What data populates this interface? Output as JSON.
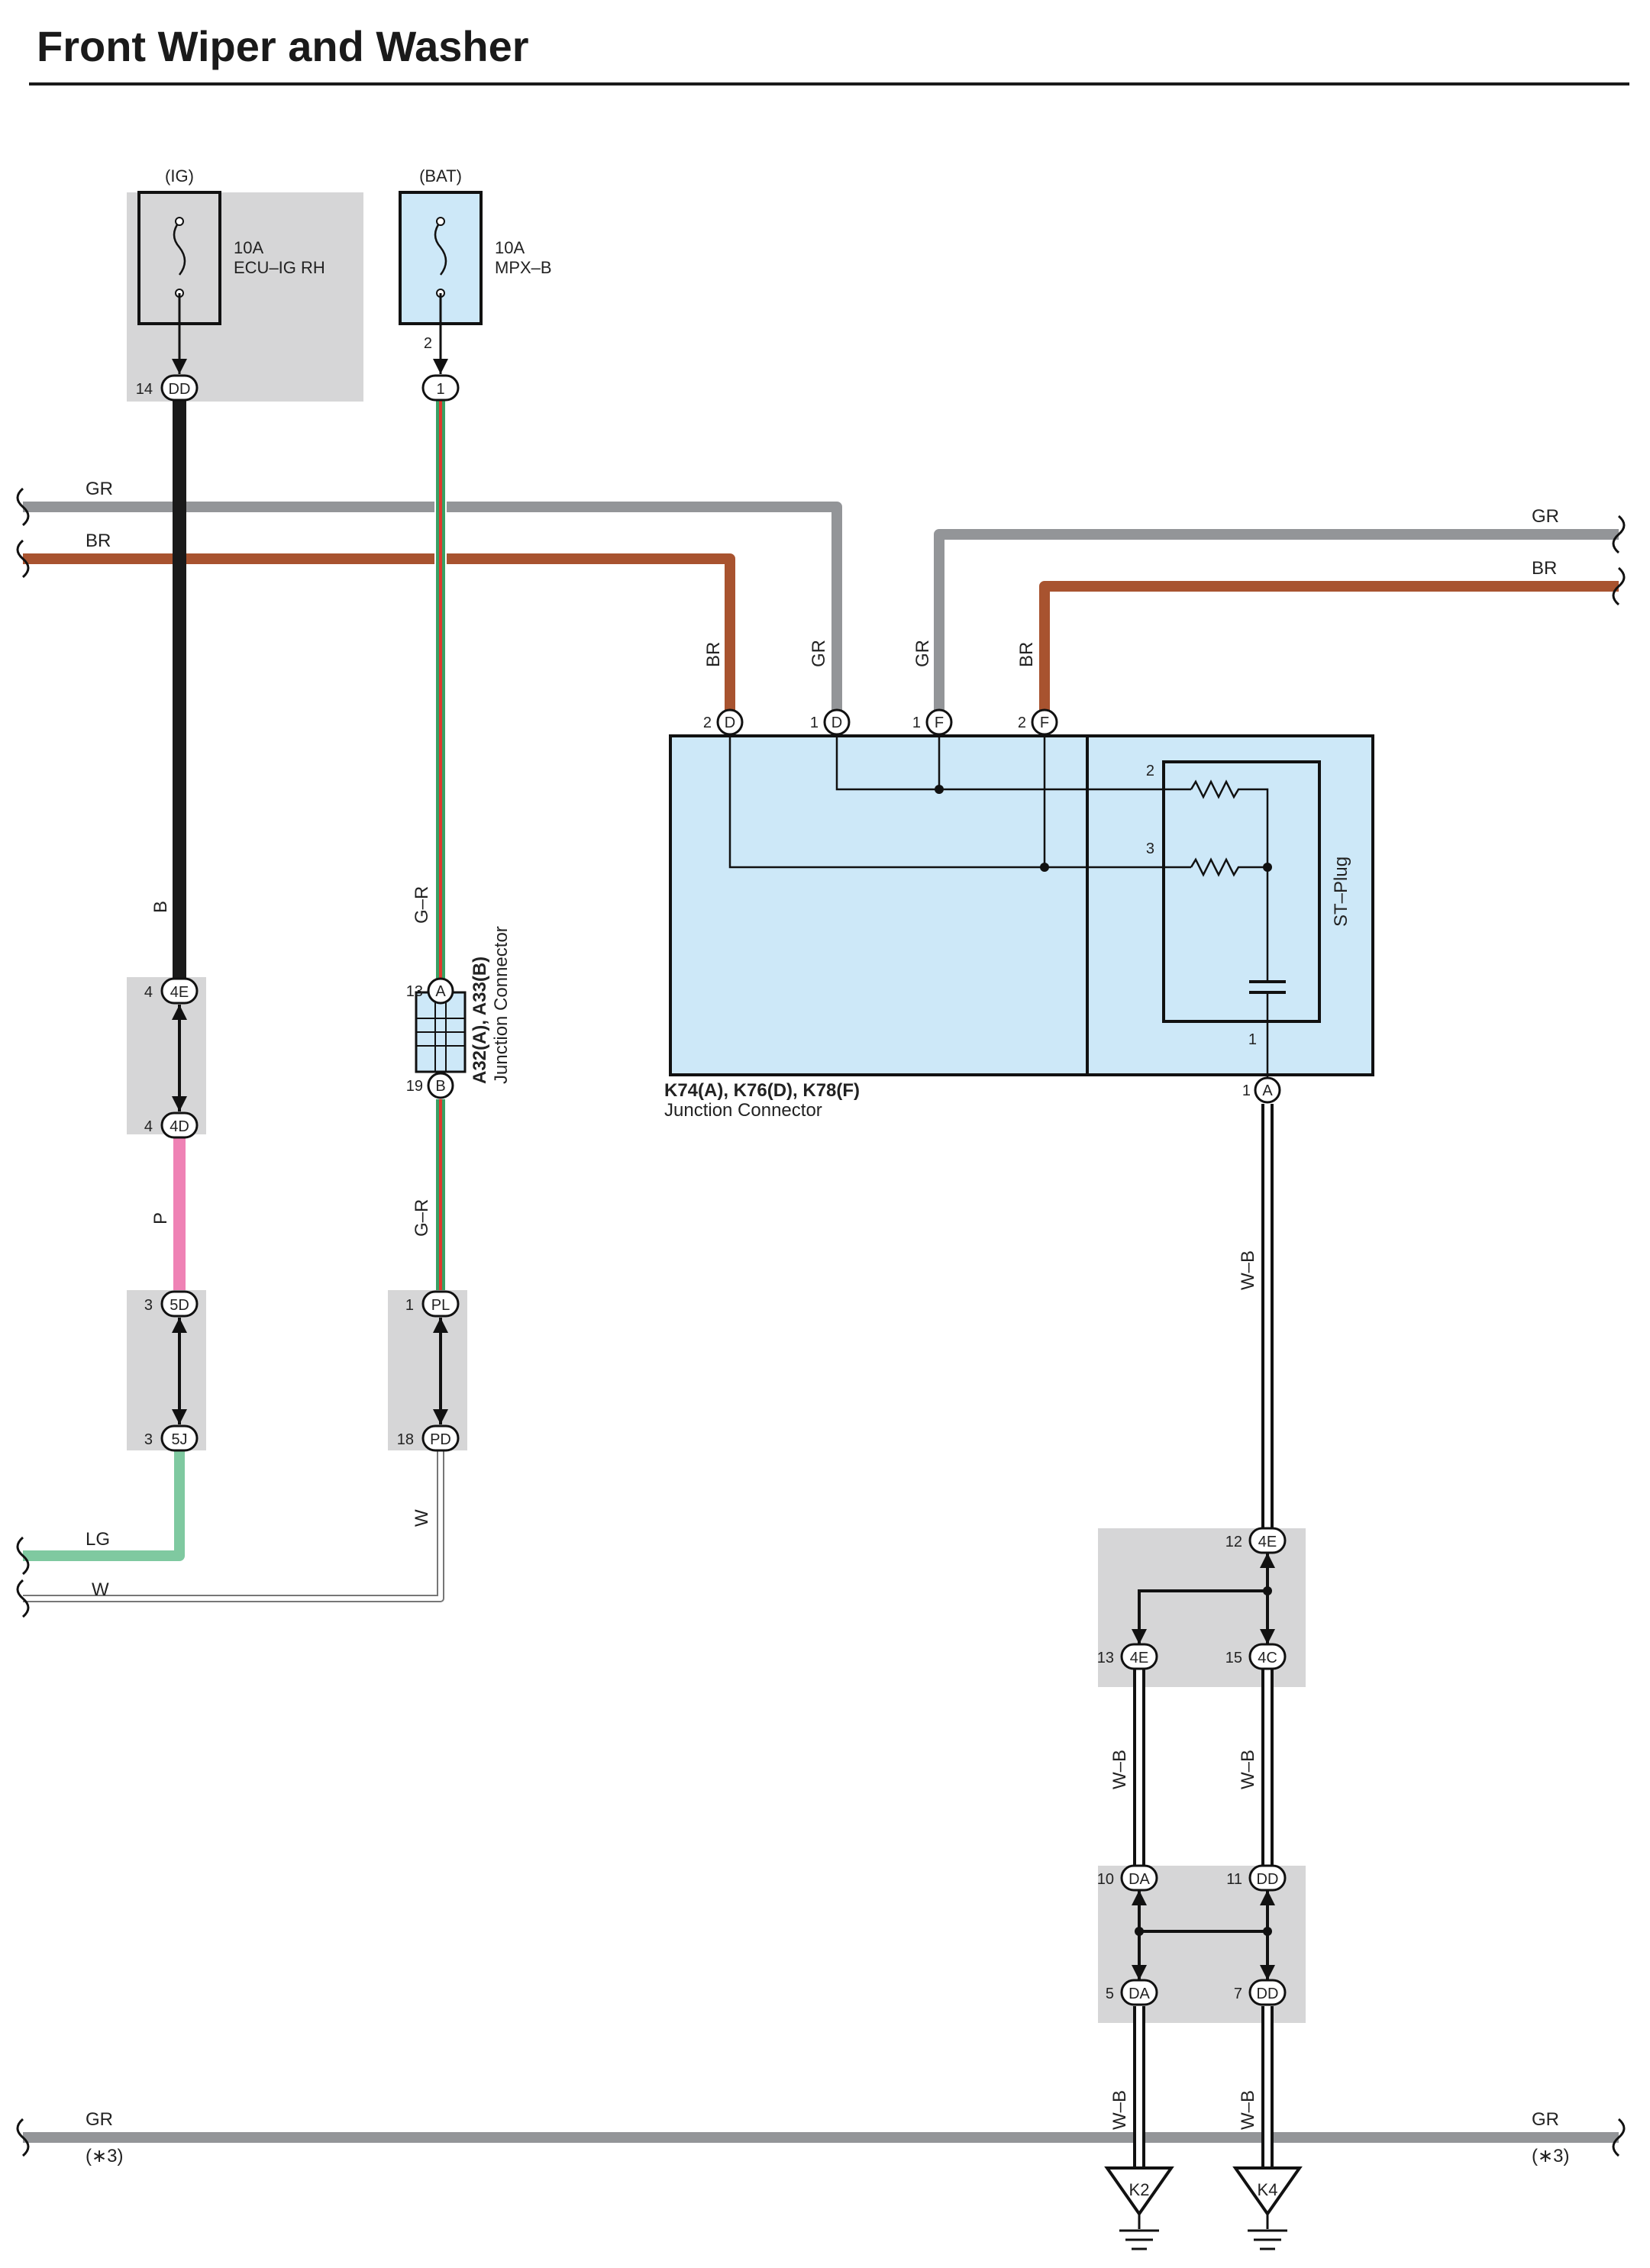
{
  "title": "Front Wiper and Washer",
  "fuses": {
    "ig": {
      "source": "(IG)",
      "rating": "10A",
      "name": "ECU–IG RH"
    },
    "bat": {
      "source": "(BAT)",
      "rating": "10A",
      "name": "MPX–B"
    }
  },
  "connectors": {
    "dd14": {
      "pin": "14",
      "id": "DD"
    },
    "bat_term": {
      "pin": "2",
      "id": "1"
    },
    "c4e_top": {
      "pin": "4",
      "id": "4E"
    },
    "c4d": {
      "pin": "4",
      "id": "4D"
    },
    "c5d": {
      "pin": "3",
      "id": "5D"
    },
    "c5j": {
      "pin": "3",
      "id": "5J"
    },
    "a13": {
      "pin": "13",
      "id": "A"
    },
    "b19": {
      "pin": "19",
      "id": "B"
    },
    "pl1": {
      "pin": "1",
      "id": "PL"
    },
    "pd18": {
      "pin": "18",
      "id": "PD"
    },
    "d2": {
      "pin": "2",
      "id": "D"
    },
    "d1": {
      "pin": "1",
      "id": "D"
    },
    "f1": {
      "pin": "1",
      "id": "F"
    },
    "f2": {
      "pin": "2",
      "id": "F"
    },
    "a1": {
      "pin": "1",
      "id": "A"
    },
    "c4e12": {
      "pin": "12",
      "id": "4E"
    },
    "c4e13": {
      "pin": "13",
      "id": "4E"
    },
    "c4c15": {
      "pin": "15",
      "id": "4C"
    },
    "da10": {
      "pin": "10",
      "id": "DA"
    },
    "dd11": {
      "pin": "11",
      "id": "DD"
    },
    "da5": {
      "pin": "5",
      "id": "DA"
    },
    "dd7": {
      "pin": "7",
      "id": "DD"
    }
  },
  "junction_a": {
    "name": "A32(A), A33(B)",
    "desc": "Junction Connector"
  },
  "junction_k": {
    "name": "K74(A), K76(D), K78(F)",
    "desc": "Junction Connector"
  },
  "st_plug": {
    "label": "ST–Plug",
    "pin2": "2",
    "pin3": "3",
    "pin1": "1"
  },
  "wires": {
    "gr": "GR",
    "br": "BR",
    "b": "B",
    "p": "P",
    "lg": "LG",
    "w": "W",
    "gr_r": "G–R",
    "w_b": "W–B",
    "note3": "(∗3)"
  },
  "grounds": {
    "k2": "K2",
    "k4": "K4"
  },
  "colors": {
    "gr": "#939598",
    "br": "#a8532f",
    "b": "#1a1a1a",
    "p": "#ef82b5",
    "lg": "#7fc9a0",
    "g": "#38a063",
    "r": "#e03a2e",
    "w": "#ffffff",
    "box": "#cde8f8",
    "grey_panel": "#d6d6d7"
  }
}
